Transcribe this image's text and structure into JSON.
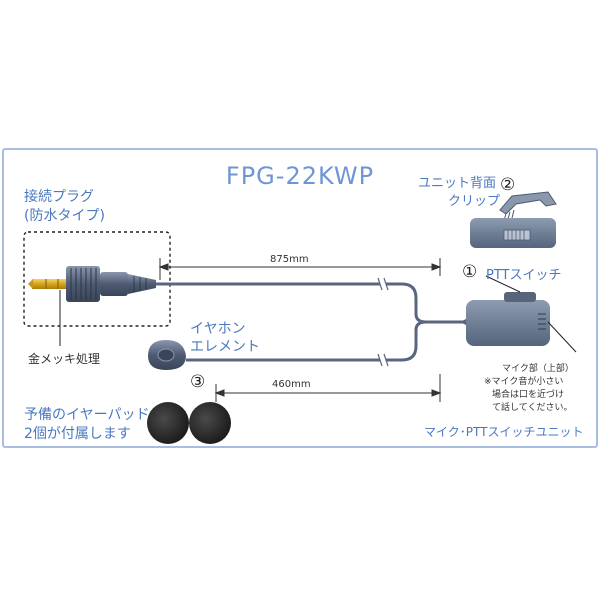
{
  "product": {
    "model": "FPG-22KWP"
  },
  "plug": {
    "label_line1": "接続プラグ",
    "label_line2": "(防水タイプ)",
    "gold_note": "金メッキ処理"
  },
  "clip": {
    "number": "②",
    "label_line1": "ユニット背面",
    "label_line2": "クリップ"
  },
  "ptt": {
    "number": "①",
    "label": "PTTスイッチ"
  },
  "earphone": {
    "number": "③",
    "label_line1": "イヤホン",
    "label_line2": "エレメント"
  },
  "dimensions": {
    "main_cable": "875mm",
    "earphone_cable": "460mm"
  },
  "mic": {
    "line1": "マイク部（上部）",
    "line2": "※マイク音が小さい",
    "line3": "場合は口を近づけ",
    "line4": "て話してください。"
  },
  "pads": {
    "line1": "予備のイヤーパッド",
    "line2": "2個が付属します"
  },
  "unit": {
    "label": "マイク･PTTスイッチユニット"
  },
  "colors": {
    "frame": "#a9bde0",
    "title": "#6e95d6",
    "unit_body": "#6f7f96",
    "plug_body": "#4e5b72",
    "gold": "#d9a419",
    "cable": "#5a6680",
    "pad": "#2a2a2a"
  }
}
